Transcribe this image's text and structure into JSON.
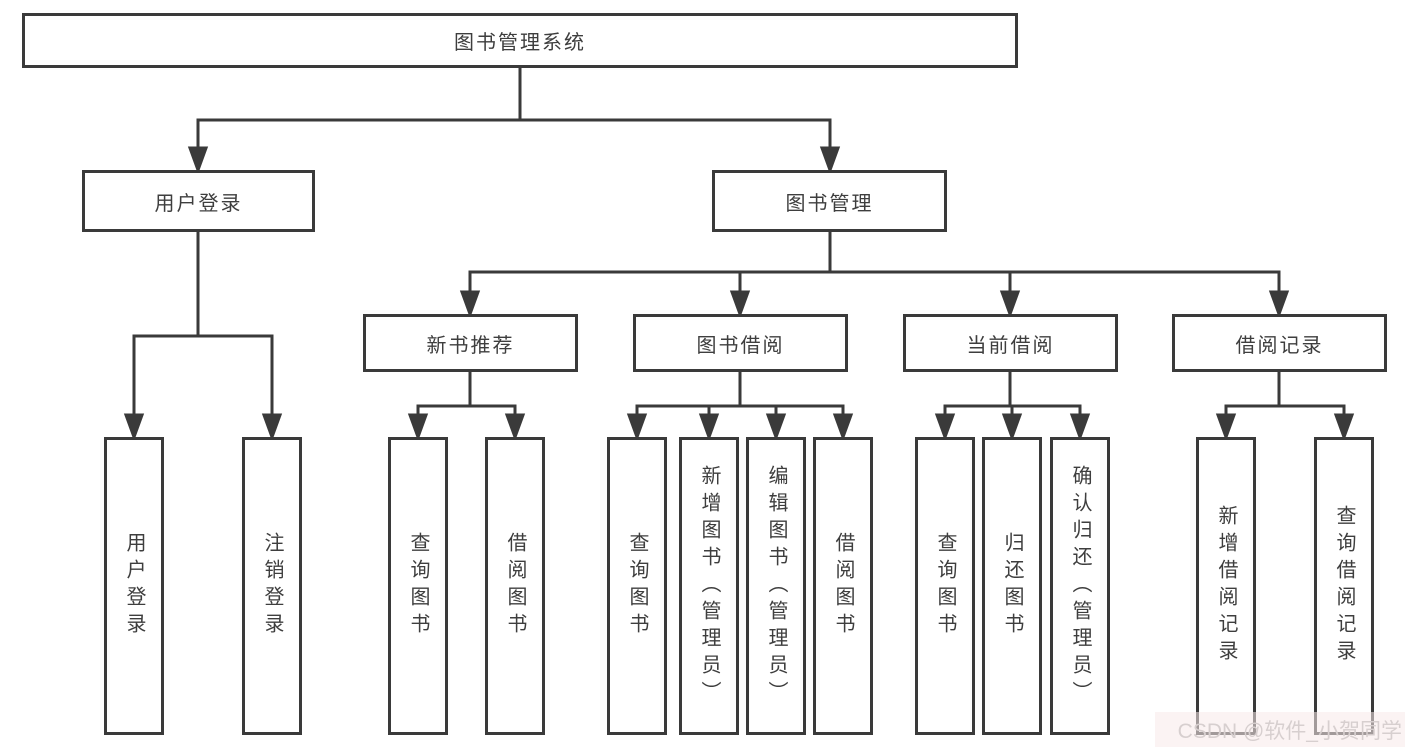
{
  "tree": {
    "label": "图书管理系统",
    "children": [
      {
        "label": "用户登录",
        "children": [
          {
            "label": "用户登录"
          },
          {
            "label": "注销登录"
          }
        ]
      },
      {
        "label": "图书管理",
        "children": [
          {
            "label": "新书推荐",
            "children": [
              {
                "label": "查询图书"
              },
              {
                "label": "借阅图书"
              }
            ]
          },
          {
            "label": "图书借阅",
            "children": [
              {
                "label": "查询图书"
              },
              {
                "label": "新增图书（管理员）"
              },
              {
                "label": "编辑图书（管理员）"
              },
              {
                "label": "借阅图书"
              }
            ]
          },
          {
            "label": "当前借阅",
            "children": [
              {
                "label": "查询图书"
              },
              {
                "label": "归还图书"
              },
              {
                "label": "确认归还（管理员）"
              }
            ]
          },
          {
            "label": "借阅记录",
            "children": [
              {
                "label": "新增借阅记录"
              },
              {
                "label": "查询借阅记录"
              }
            ]
          }
        ]
      }
    ]
  },
  "watermark": "CSDN @软件_小贺同学",
  "colors": {
    "line": "#3a3a3a",
    "border": "#3a3a3a",
    "text": "#3e3e3e",
    "background": "#ffffff",
    "watermark": "#d7cfcf"
  }
}
